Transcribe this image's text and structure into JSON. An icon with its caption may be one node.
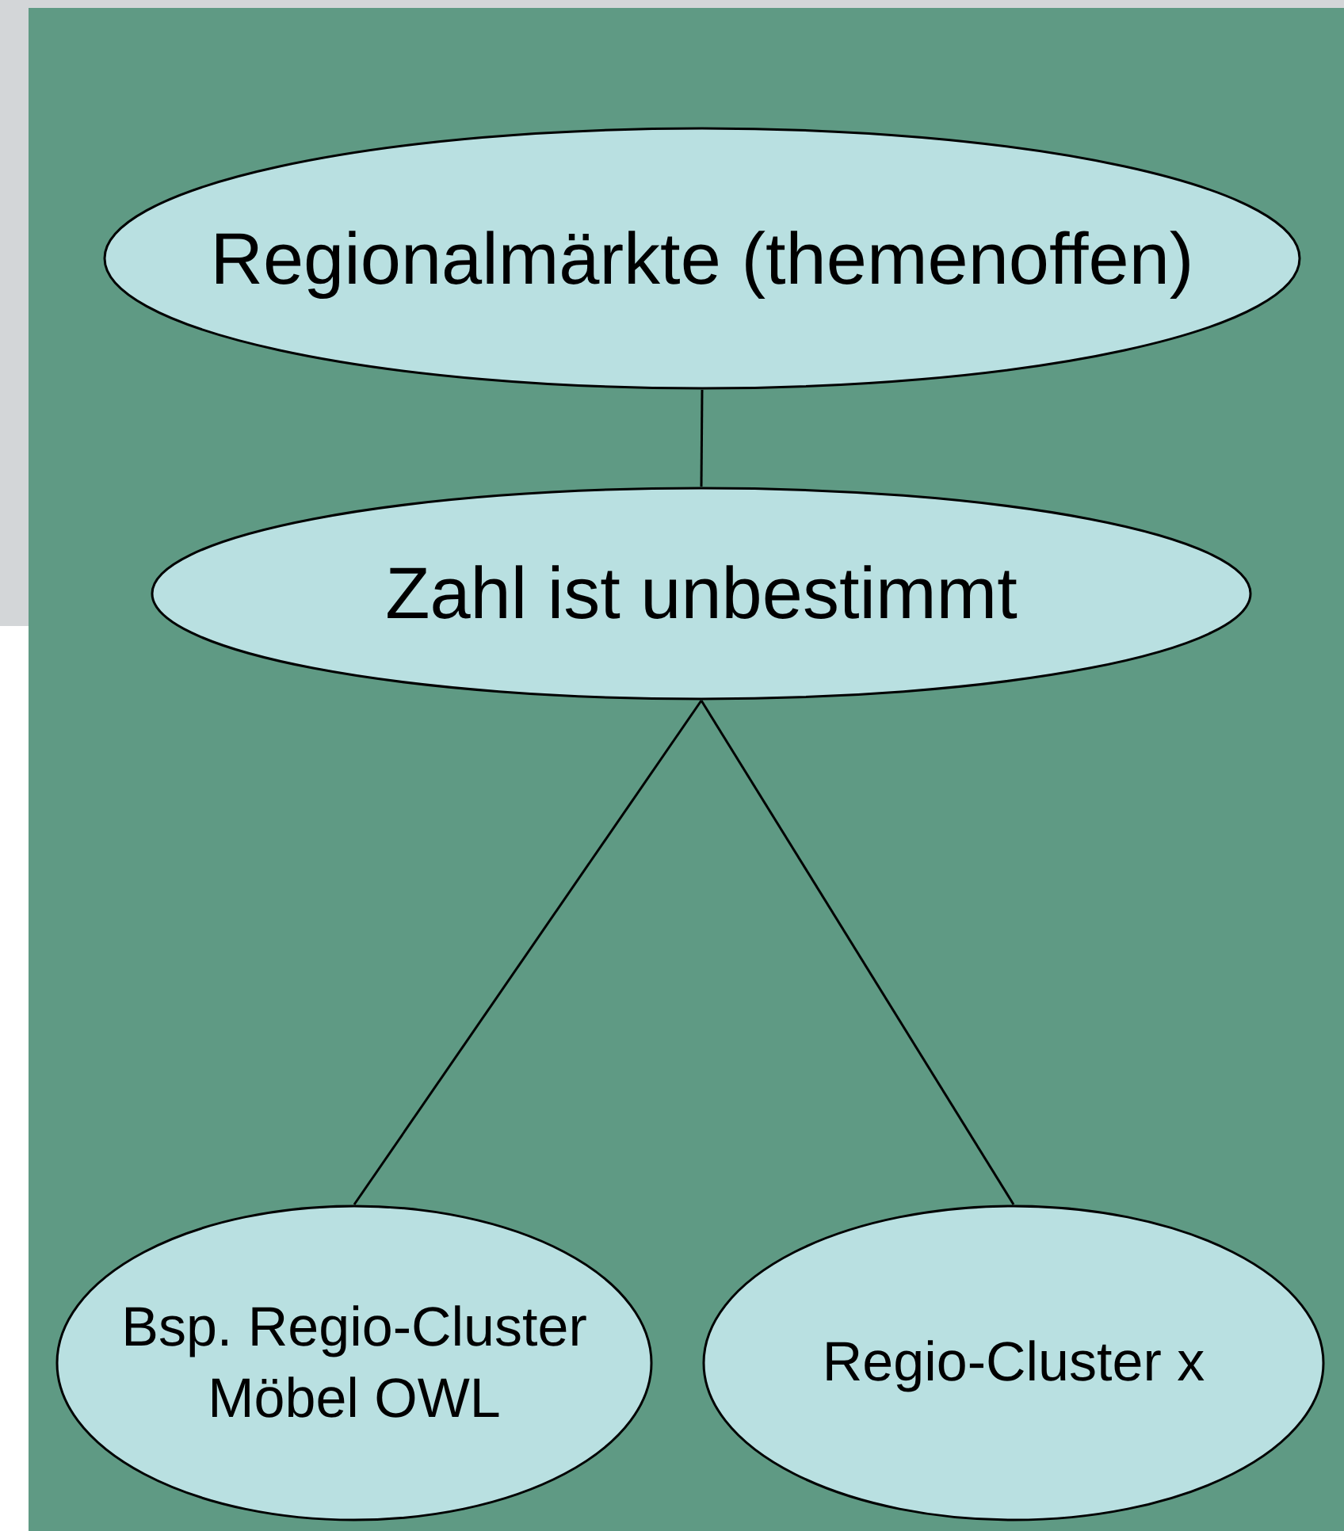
{
  "diagram": {
    "nodes": [
      {
        "text": [
          "Regionalmärkte (themenoffen)"
        ]
      },
      {
        "text": [
          "Zahl ist unbestimmt"
        ]
      },
      {
        "text": [
          "Bsp. Regio-Cluster Möbel OWL"
        ]
      },
      {
        "text": [
          "Regio-Cluster x"
        ]
      }
    ],
    "edges": [
      {
        "from": 0,
        "to": 1,
        "arrow": "none"
      },
      {
        "from": 1,
        "to": 2,
        "arrow": "none"
      },
      {
        "from": 1,
        "to": 3,
        "arrow": "none"
      }
    ]
  }
}
